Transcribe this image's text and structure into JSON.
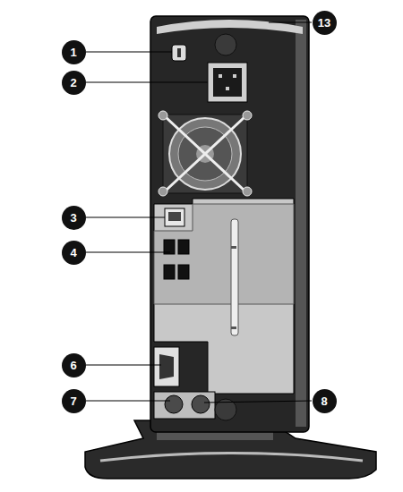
{
  "diagram": {
    "labels": [
      "1",
      "2",
      "3",
      "4",
      "6",
      "7",
      "8",
      "13"
    ]
  }
}
